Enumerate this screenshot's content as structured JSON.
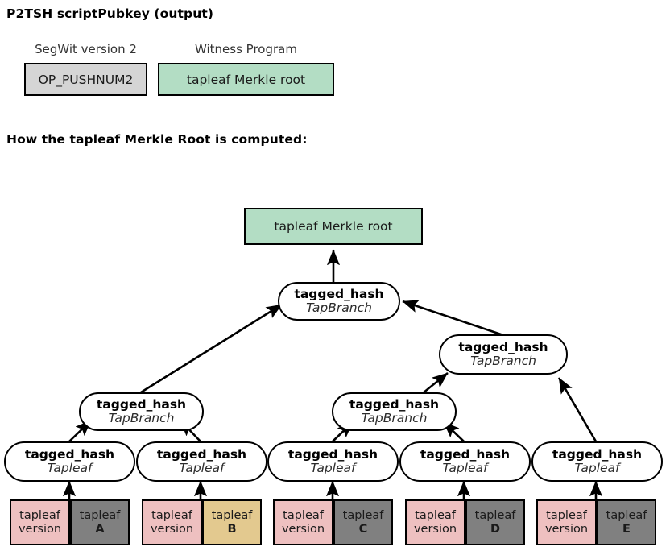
{
  "section1": {
    "heading": "P2TSH scriptPubkey (output)",
    "fields": [
      {
        "caption": "SegWit version 2",
        "value": "OP_PUSHNUM2",
        "color": "#d5d5d5"
      },
      {
        "caption": "Witness Program",
        "value": "tapleaf Merkle root",
        "color": "#b3ddc4"
      }
    ]
  },
  "section2": {
    "heading": "How the tapleaf Merkle Root is computed:",
    "root_box": {
      "label": "tapleaf Merkle root",
      "color": "#b3ddc4"
    },
    "branches": [
      {
        "title": "tagged_hash",
        "subtitle": "TapBranch"
      },
      {
        "title": "tagged_hash",
        "subtitle": "TapBranch"
      },
      {
        "title": "tagged_hash",
        "subtitle": "TapBranch"
      },
      {
        "title": "tagged_hash",
        "subtitle": "TapBranch"
      }
    ],
    "leaves": [
      {
        "title": "tagged_hash",
        "subtitle": "Tapleaf"
      },
      {
        "title": "tagged_hash",
        "subtitle": "Tapleaf"
      },
      {
        "title": "tagged_hash",
        "subtitle": "Tapleaf"
      },
      {
        "title": "tagged_hash",
        "subtitle": "Tapleaf"
      },
      {
        "title": "tagged_hash",
        "subtitle": "Tapleaf"
      }
    ],
    "scripts": [
      {
        "version_line1": "tapleaf",
        "version_line2": "version",
        "script_line1": "tapleaf",
        "script_line2": "A",
        "script_color": "#808080"
      },
      {
        "version_line1": "tapleaf",
        "version_line2": "version",
        "script_line1": "tapleaf",
        "script_line2": "B",
        "script_color": "#e3c98f"
      },
      {
        "version_line1": "tapleaf",
        "version_line2": "version",
        "script_line1": "tapleaf",
        "script_line2": "C",
        "script_color": "#808080"
      },
      {
        "version_line1": "tapleaf",
        "version_line2": "version",
        "script_line1": "tapleaf",
        "script_line2": "D",
        "script_color": "#808080"
      },
      {
        "version_line1": "tapleaf",
        "version_line2": "version",
        "script_line1": "tapleaf",
        "script_line2": "E",
        "script_color": "#808080"
      }
    ]
  },
  "colors": {
    "green": "#b3ddc4",
    "gray_box": "#d5d5d5",
    "pink": "#eec0c0",
    "script_gray": "#808080",
    "script_tan": "#e3c98f",
    "stroke": "#000000"
  }
}
